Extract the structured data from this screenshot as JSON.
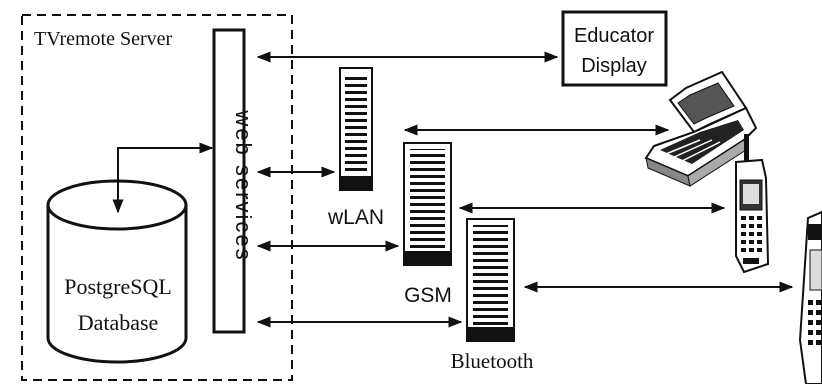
{
  "server": {
    "title": "TVremote Server"
  },
  "database": {
    "line1": "PostgreSQL",
    "line2": "Database"
  },
  "web_services": {
    "label": "web services"
  },
  "educator_display": {
    "line1": "Educator",
    "line2": "Display"
  },
  "networks": {
    "wlan": "wLAN",
    "gsm": "GSM",
    "bluetooth": "Bluetooth"
  },
  "devices": [
    "laptop-icon",
    "mobile-phone-icon",
    "pda-icon"
  ],
  "colors": {
    "ink": "#111111",
    "background": "#ffffff"
  }
}
